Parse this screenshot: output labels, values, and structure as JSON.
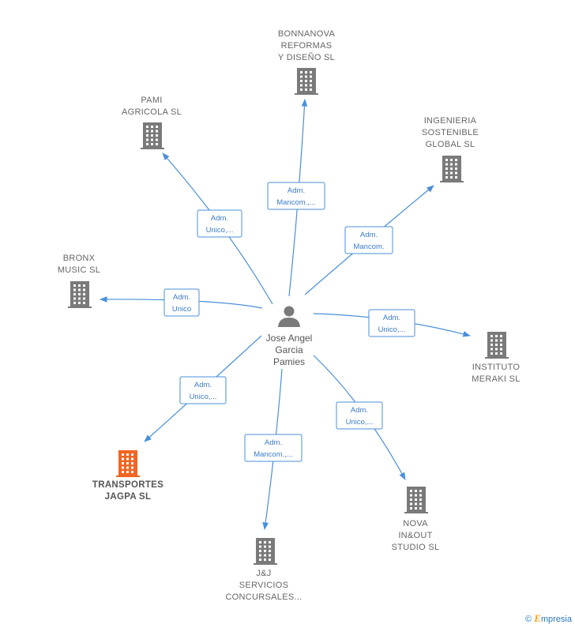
{
  "person": {
    "lines": [
      "Jose Angel",
      "Garcia",
      "Pamies"
    ]
  },
  "companies": [
    {
      "id": "bonnanova",
      "lines": [
        "BONNANOVA",
        "REFORMAS",
        "Y DISEÑO  SL"
      ],
      "highlight": false
    },
    {
      "id": "pami",
      "lines": [
        "PAMI",
        "AGRICOLA  SL"
      ],
      "highlight": false
    },
    {
      "id": "ingenieria",
      "lines": [
        "INGENIERIA",
        "SOSTENIBLE",
        "GLOBAL  SL"
      ],
      "highlight": false
    },
    {
      "id": "bronx",
      "lines": [
        "BRONX",
        "MUSIC  SL"
      ],
      "highlight": false
    },
    {
      "id": "instituto",
      "lines": [
        "INSTITUTO",
        "MERAKI  SL"
      ],
      "highlight": false
    },
    {
      "id": "transportes",
      "lines": [
        "TRANSPORTES",
        "JAGPA  SL"
      ],
      "highlight": true
    },
    {
      "id": "nova",
      "lines": [
        "NOVA",
        "IN&OUT",
        "STUDIO  SL"
      ],
      "highlight": false
    },
    {
      "id": "jj",
      "lines": [
        "J&J",
        "SERVICIOS",
        "CONCURSALES..."
      ],
      "highlight": false
    }
  ],
  "edges": [
    {
      "to": "bonnanova",
      "lines": [
        "Adm.",
        "Mancom.,..."
      ]
    },
    {
      "to": "pami",
      "lines": [
        "Adm.",
        "Unico,..."
      ]
    },
    {
      "to": "ingenieria",
      "lines": [
        "Adm.",
        "Mancom."
      ]
    },
    {
      "to": "bronx",
      "lines": [
        "Adm.",
        "Unico"
      ]
    },
    {
      "to": "instituto",
      "lines": [
        "Adm.",
        "Unico,..."
      ]
    },
    {
      "to": "transportes",
      "lines": [
        "Adm.",
        "Unico,..."
      ]
    },
    {
      "to": "nova",
      "lines": [
        "Adm.",
        "Unico,..."
      ]
    },
    {
      "to": "jj",
      "lines": [
        "Adm.",
        "Mancom.,..."
      ]
    }
  ],
  "colors": {
    "edge": "#4a8fd9",
    "building": "#7a7a7a",
    "highlight": "#f26522",
    "person": "#7a7a7a"
  },
  "footer": {
    "copyright_symbol": "©",
    "brand_initial": "E",
    "brand_rest": "mpresia"
  }
}
